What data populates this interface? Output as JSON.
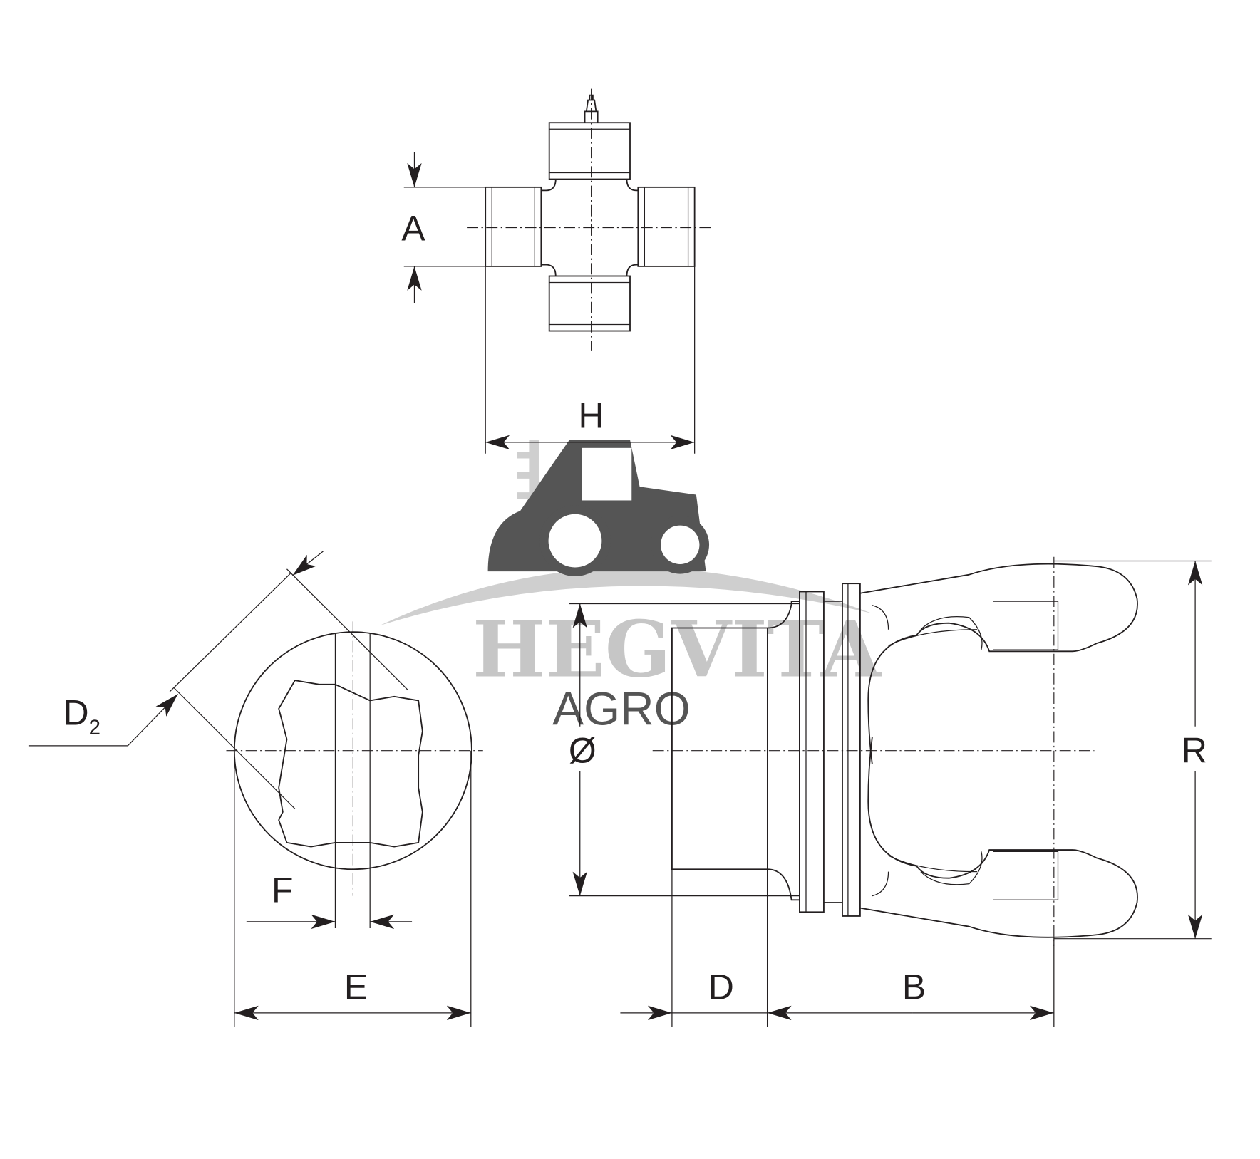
{
  "dimensions": {
    "A": "A",
    "H": "H",
    "D2_main": "D",
    "D2_sub": "2",
    "F": "F",
    "E": "E",
    "diameter": "Ø",
    "D": "D",
    "B": "B",
    "R": "R"
  },
  "watermark": {
    "brand": "HEGVITA",
    "sub": "AGRO"
  },
  "colors": {
    "line": "#231f20",
    "watermark_dark": "#555555",
    "watermark_light": "#c6c6c6"
  }
}
